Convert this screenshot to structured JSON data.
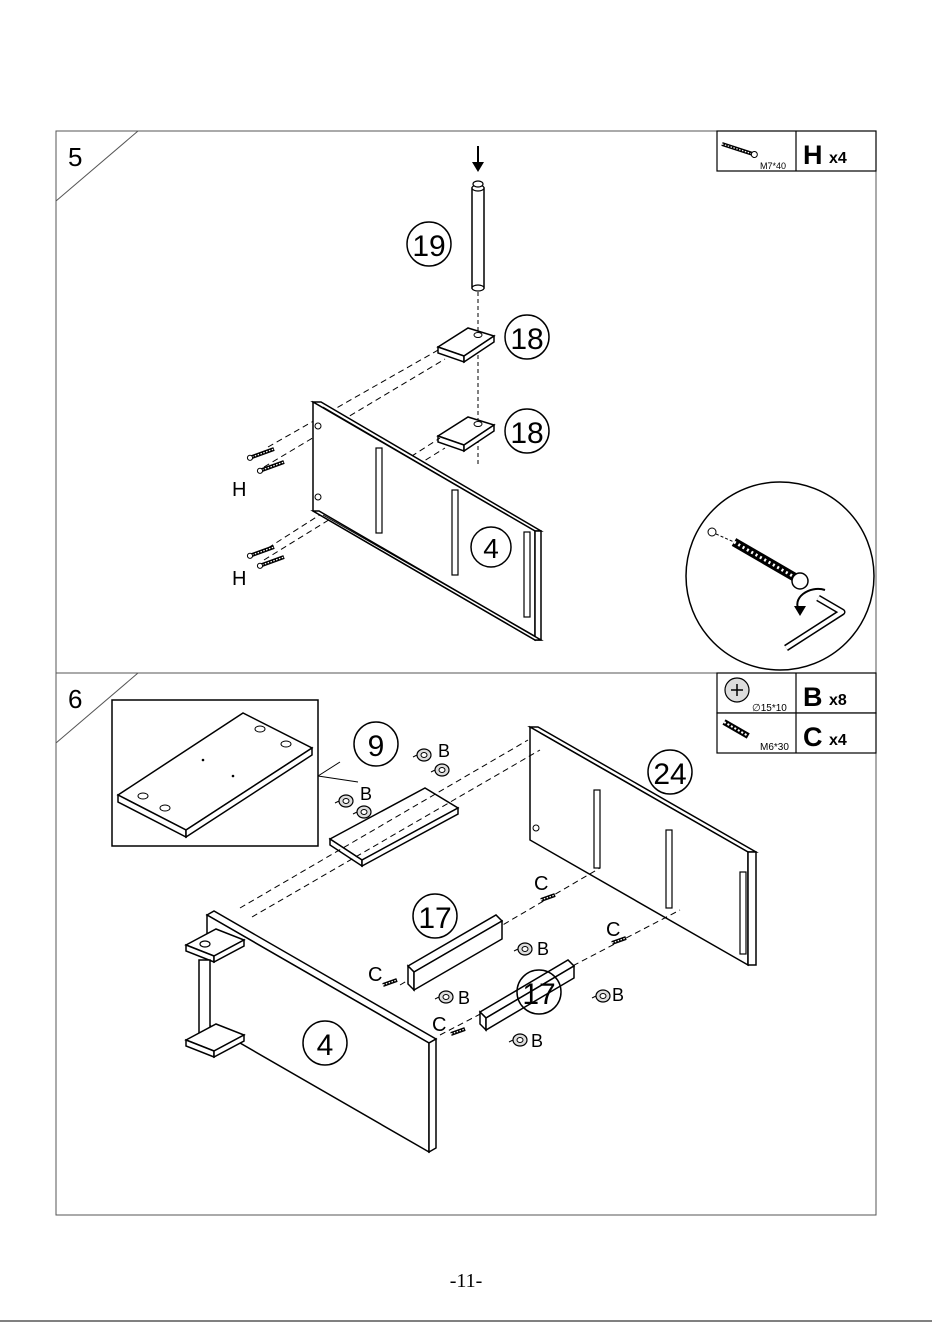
{
  "page_number": "-11-",
  "steps": [
    {
      "number": "5",
      "hardware": [
        {
          "letter": "H",
          "qty": "x4",
          "size": "M7*40",
          "icon": "long-screw-icon"
        }
      ],
      "parts": {
        "rod": "19",
        "bracket_top": "18",
        "bracket_bottom": "18",
        "panel": "4"
      },
      "screw_labels": [
        "H",
        "H"
      ]
    },
    {
      "number": "6",
      "hardware": [
        {
          "letter": "B",
          "qty": "x8",
          "size": "∅15*10",
          "icon": "cam-lock-icon"
        },
        {
          "letter": "C",
          "qty": "x4",
          "size": "M6*30",
          "icon": "dowel-icon"
        }
      ],
      "parts": {
        "shelf": "9",
        "back_panel": "24",
        "rail_top": "17",
        "rail_bottom": "17",
        "front_panel": "4"
      },
      "cam_label": "B",
      "dowel_label": "C"
    }
  ]
}
